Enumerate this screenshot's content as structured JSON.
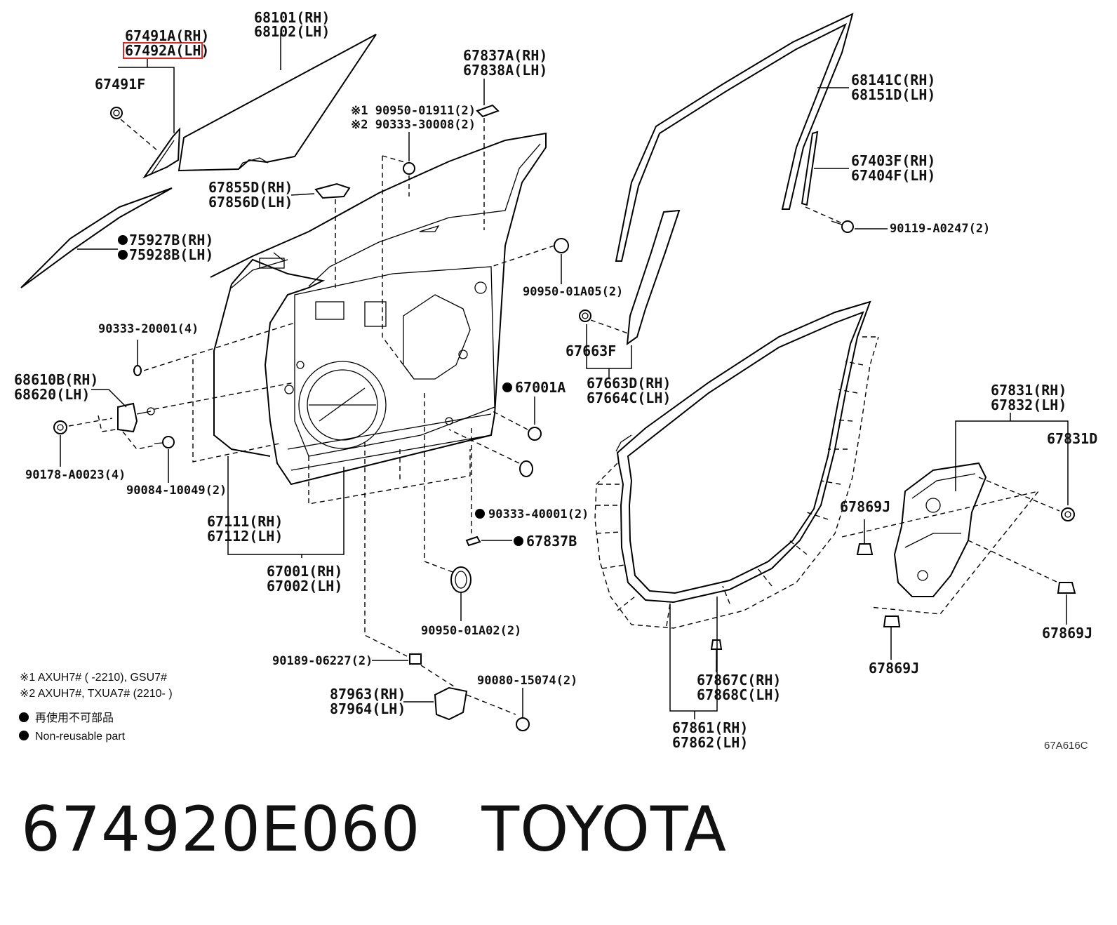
{
  "diagram": {
    "labels": {
      "p68101": "68101(RH)",
      "p68102": "68102(LH)",
      "p67491a": "67491A(RH)",
      "p67492a": "67492A(LH)",
      "p67491f": "67491F",
      "p67837a": "67837A(RH)",
      "p67838a": "67838A(LH)",
      "p190950": "※1 90950-01911(2)",
      "p290333": "※2 90333-30008(2)",
      "p68141c": "68141C(RH)",
      "p68151d": "68151D(LH)",
      "p67403f": "67403F(RH)",
      "p67404f": "67404F(LH)",
      "p90119": "90119-A0247(2)",
      "p67855d": "67855D(RH)",
      "p67856d": "67856D(LH)",
      "p75927b": "75927B(RH)",
      "p75928b": "75928B(LH)",
      "p9095001a05": "90950-01A05(2)",
      "p90333_20001": "90333-20001(4)",
      "p67663f": "67663F",
      "p67663d": "67663D(RH)",
      "p67664c": "67664C(LH)",
      "p68610b": "68610B(RH)",
      "p68620": "68620(LH)",
      "p67001a": "67001A",
      "p67831rh": "67831(RH)",
      "p67832lh": "67832(LH)",
      "p67831d": "67831D",
      "p90178": "90178-A0023(4)",
      "p90084": "90084-10049(2)",
      "p67869j_a": "67869J",
      "p90333_40001": "90333-40001(2)",
      "p67111": "67111(RH)",
      "p67112": "67112(LH)",
      "p67837b": "67837B",
      "p67001": "67001(RH)",
      "p67002": "67002(LH)",
      "p9095001a02": "90950-01A02(2)",
      "p67869j_b": "67869J",
      "p67869j_c": "67869J",
      "p90189": "90189-06227(2)",
      "p90080": "90080-15074(2)",
      "p67867c": "67867C(RH)",
      "p67868c": "67868C(LH)",
      "p87963": "87963(RH)",
      "p87964": "87964(LH)",
      "p67861": "67861(RH)",
      "p67862": "67862(LH)"
    },
    "notes": {
      "note1": "※1 AXUH7# (        -2210), GSU7#",
      "note2": "※2 AXUH7#, TXUA7# (2210-        )",
      "legend_jp": "再使用不可部品",
      "legend_en": "Non-reusable part"
    },
    "diagram_code": "67A616C",
    "highlight_color": "#e0262b"
  },
  "footer": {
    "part_number": "674920E060",
    "brand": "TOYOTA"
  }
}
